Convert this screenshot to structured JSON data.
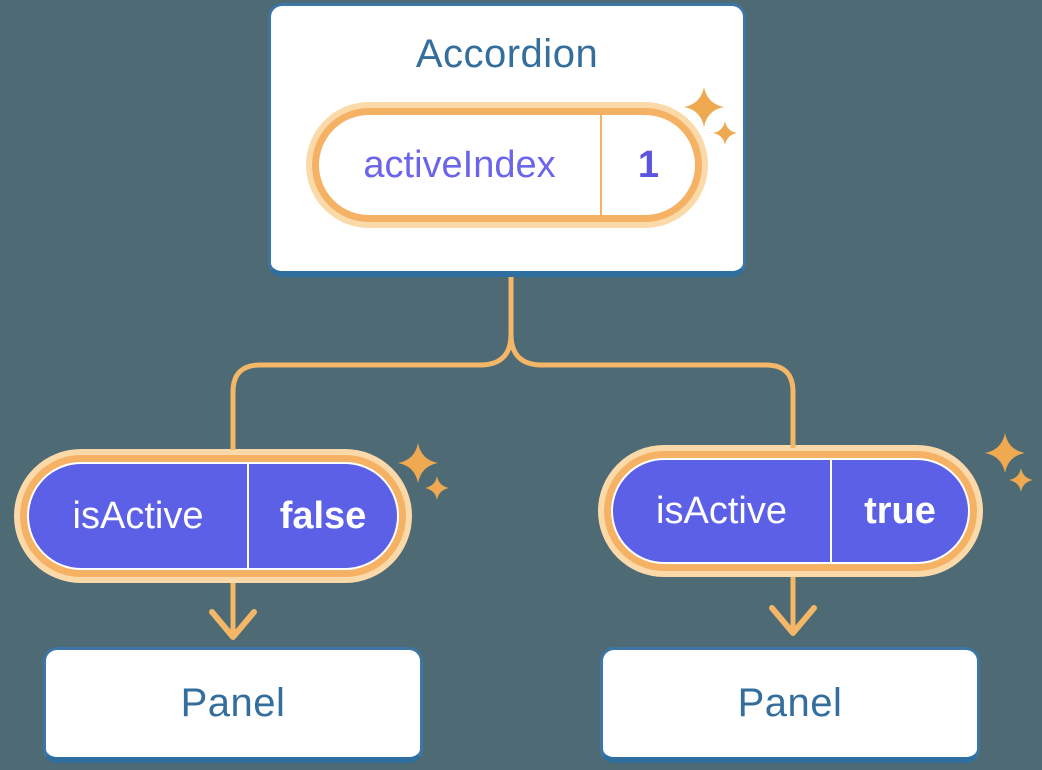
{
  "diagram": {
    "root": {
      "title": "Accordion",
      "state_pill": {
        "label": "activeIndex",
        "value": "1"
      }
    },
    "children": [
      {
        "id": "left-child",
        "prop_pill": {
          "label": "isActive",
          "value": "false"
        },
        "panel": {
          "title": "Panel"
        }
      },
      {
        "id": "right-child",
        "prop_pill": {
          "label": "isActive",
          "value": "true"
        },
        "panel": {
          "title": "Panel"
        }
      }
    ],
    "icons": [
      "sparkle-icon"
    ],
    "colors": {
      "background": "#4e6a74",
      "card_fill": "#ffffff",
      "card_border": "#3d76a4",
      "card_border_bottom": "#2f6f9f",
      "heading_text": "#346e9d",
      "state_label_text": "#6b66e9",
      "state_value_text": "#5b54df",
      "pill_fill": "#5c60e6",
      "pill_text": "#ffffff",
      "ring_orange": "#f5b264",
      "ring_peach": "#fbd9a8",
      "connector": "#f4b768",
      "sparkle": "#efa950"
    }
  }
}
